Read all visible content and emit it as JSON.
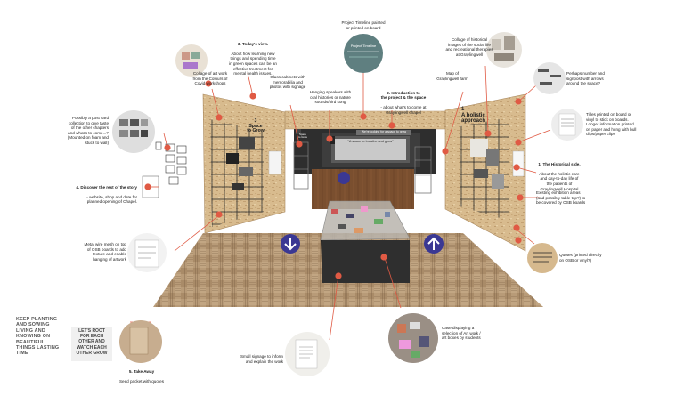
{
  "colors": {
    "accent": "#e05a44",
    "floor": "#b59a79",
    "osb": "#d9bd92",
    "dark": "#3a3a3a",
    "arrow": "#3b3893",
    "timeline": "#5f7f80"
  },
  "labels": {
    "project_timeline": "Project Timeline painted\nor printed on board",
    "collage_historical": "Collage of historical\nimages of the social life\nand recreational therapies\nat Graylingwell",
    "map": "Map of\nGraylingwell farm",
    "perhaps_number": "Perhaps number and\nsignpost with arrows\naround the space?",
    "titles_printed": "Titles printed on board or\nvinyl to stick on boards.\nLonger information printed\non paper and hung with bull\nclips/paper clips",
    "historical_h": "1. The Historical side.",
    "historical_b": "About the holistic care\nand day-to-day life of\nthe patients of\nGraylingwell Hospital",
    "existing": "Existing exhibition areas\n(and possibly table top?) to\nbe covered by OSB boards",
    "quotes": "Quotes (printed directly\non OSB or vinyl?)",
    "case": "Case displaying a\nselection of Art work /\nart boxes by students",
    "small_signage": "Small signage to inform\nand explain the work",
    "takeaway_h": "5. Take Away",
    "takeaway_b": "Seed packet with quotes",
    "metal_mesh": "Metal wire mesh on top\nof OSB boards to add\ntexture and enable\nhanging of artwork",
    "discover_h": "4. Discover the rest of the story",
    "discover_b": "- website, shop and date for\nplanned opening of Chapel.",
    "postcard": "Possibly a post card\ncollection to give taste\nof the other chapters\nand what's to come...?\n(Mounted on foam and\nstuck to wall)",
    "collage_art": "Collage of art work\nfrom the Colours of\nCovid workshops",
    "todays_h": "3. Today's view.",
    "todays_b": "About how learning new\nthings and spending time\nin green spaces can be an\neffective treatment for\nmental health issues.",
    "glass": "Glass cabinets with\nmemorabilia and\nphotos with signage",
    "speakers": "Hanging speakers with\noral histories or nature\nsounds/bird song",
    "intro_h": "2. Introduction to\nthe project & the space",
    "intro_b": "- about what's to come at\nGraylingwell chapel"
  },
  "board_text": {
    "left_title": "3\nSpace\nto Grow",
    "right_title": "1\nA holistic\napproach",
    "banner": "We're looking for a space to grow",
    "quote_panel": "\"A space to breathe and grow\"",
    "timeline_circle": "Project Timeline",
    "brand": "Space\nto Grow"
  },
  "quote_art": {
    "left": "KEEP PLANTING\nAND SOWING\nLIVING AND\nKNOWING ON\nBEAUTIFUL\nTHINGS LASTING\nTIME",
    "right": "LET'S ROOT\nFOR EACH\nOTHER AND\nWATCH EACH\nOTHER GROW"
  },
  "icons": {
    "down_arrow": "arrow-down-icon",
    "up_arrow": "arrow-up-icon"
  }
}
